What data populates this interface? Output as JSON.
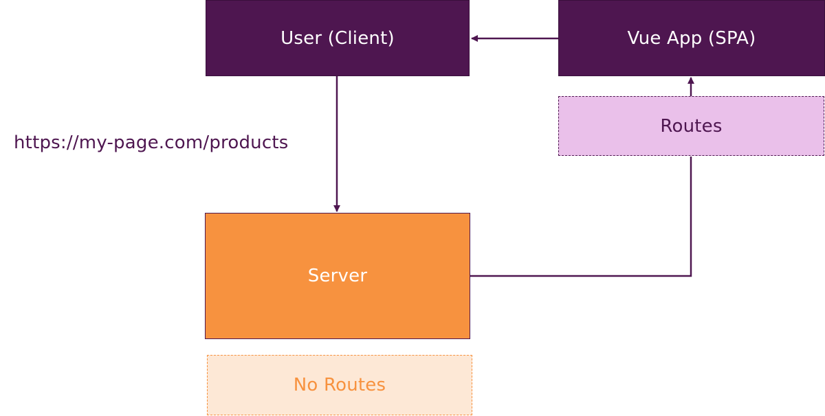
{
  "nodes": {
    "client": "User (Client)",
    "vue_app": "Vue App (SPA)",
    "routes": "Routes",
    "server": "Server",
    "no_routes": "No Routes"
  },
  "request_url": "https://my-page.com/products",
  "colors": {
    "dark_purple": "#4e1650",
    "light_purple": "#eac0ea",
    "orange": "#f7923f",
    "light_orange": "#fde8d6",
    "connector": "#4e1650"
  }
}
